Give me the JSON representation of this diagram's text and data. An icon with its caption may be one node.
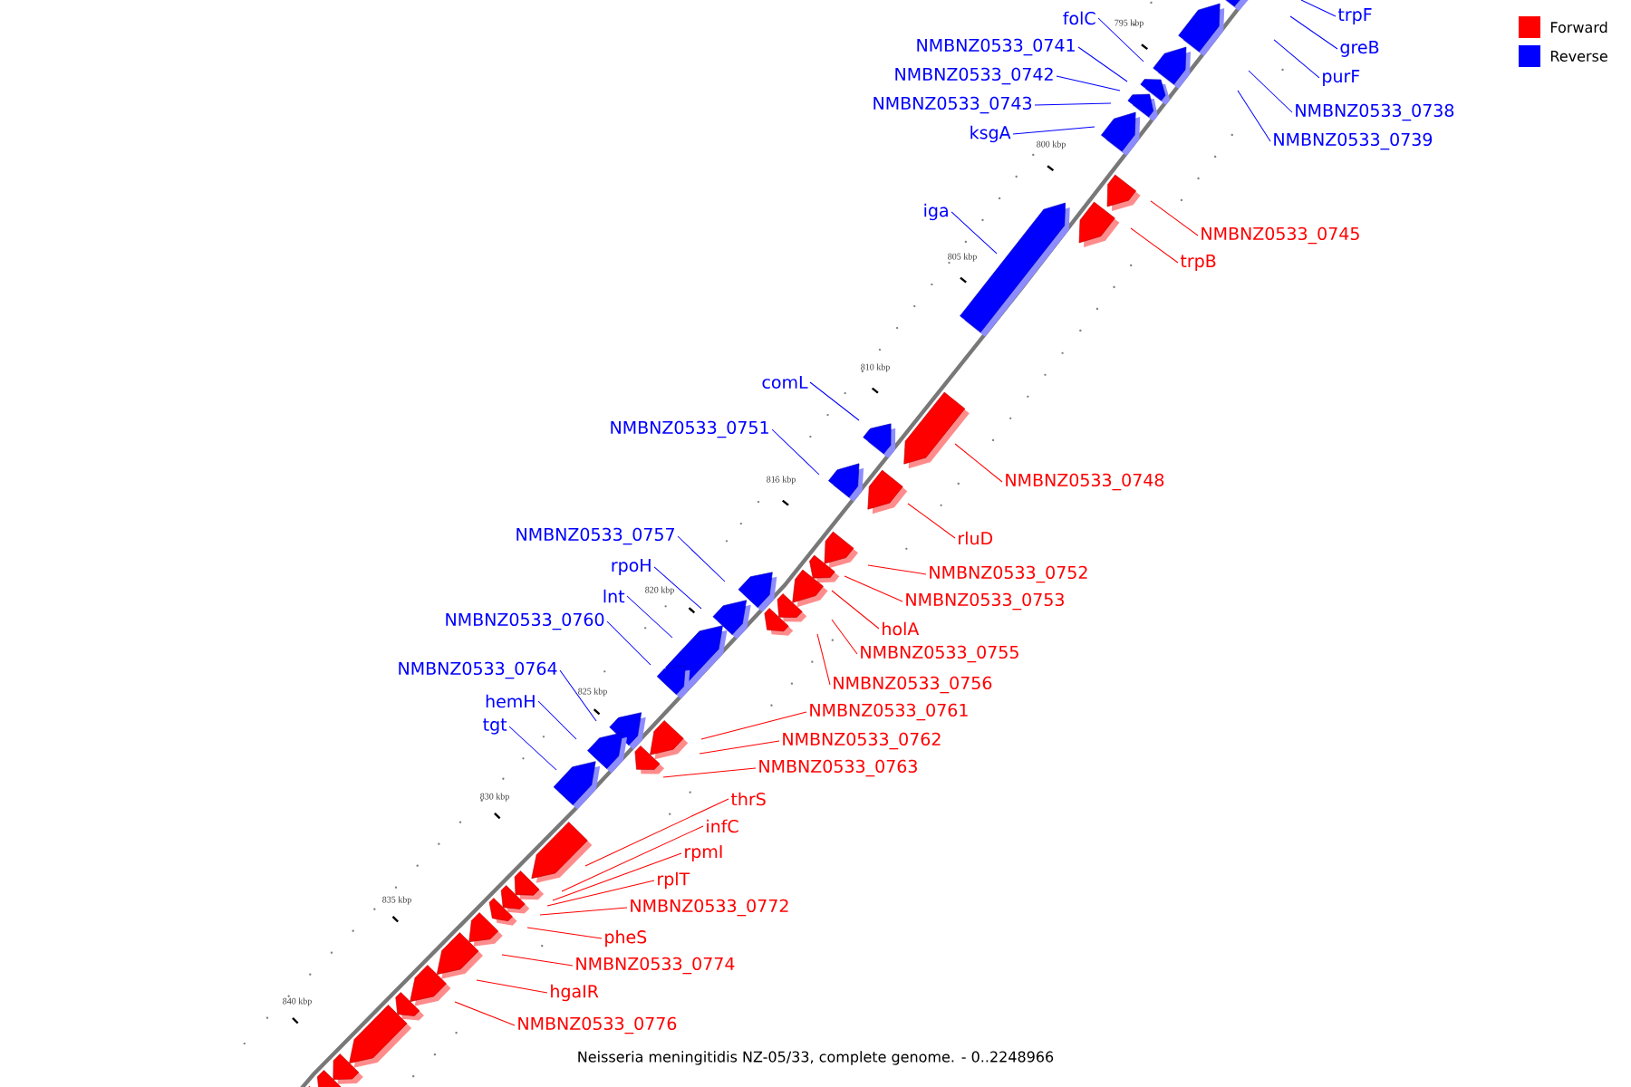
{
  "diagram": {
    "caption": "Neisseria meningitidis NZ-05/33, complete genome. - 0..2248966",
    "nodes": [
      {
        "text": [
          "trpF"
        ]
      },
      {
        "text": [
          "folC"
        ]
      },
      {
        "text": [
          "NMBNZ0533_0741"
        ]
      },
      {
        "text": [
          "greB"
        ]
      },
      {
        "text": [
          "NMBNZ0533_0742"
        ]
      },
      {
        "text": [
          "purF"
        ]
      },
      {
        "text": [
          "NMBNZ0533_0743"
        ]
      },
      {
        "text": [
          "NMBNZ0533_0738"
        ]
      },
      {
        "text": [
          "ksgA"
        ]
      },
      {
        "text": [
          "NMBNZ0533_0739"
        ]
      },
      {
        "text": [
          "iga"
        ]
      },
      {
        "text": [
          "NMBNZ0533_0745"
        ]
      },
      {
        "text": [
          "trpB"
        ]
      },
      {
        "text": [
          "comL"
        ]
      },
      {
        "text": [
          "NMBNZ0533_0751"
        ]
      },
      {
        "text": [
          "NMBNZ0533_0748"
        ]
      },
      {
        "text": [
          "NMBNZ0533_0757"
        ]
      },
      {
        "text": [
          "rluD"
        ]
      },
      {
        "text": [
          "rpoH"
        ]
      },
      {
        "text": [
          "NMBNZ0533_0752"
        ]
      },
      {
        "text": [
          "lnt"
        ]
      },
      {
        "text": [
          "NMBNZ0533_0753"
        ]
      },
      {
        "text": [
          "NMBNZ0533_0760"
        ]
      },
      {
        "text": [
          "holA"
        ]
      },
      {
        "text": [
          "NMBNZ0533_0755"
        ]
      },
      {
        "text": [
          "NMBNZ0533_0764"
        ]
      },
      {
        "text": [
          "NMBNZ0533_0756"
        ]
      },
      {
        "text": [
          "hemH"
        ]
      },
      {
        "text": [
          "NMBNZ0533_0761"
        ]
      },
      {
        "text": [
          "tgt"
        ]
      },
      {
        "text": [
          "NMBNZ0533_0762"
        ]
      },
      {
        "text": [
          "NMBNZ0533_0763"
        ]
      },
      {
        "text": [
          "thrS"
        ]
      },
      {
        "text": [
          "infC"
        ]
      },
      {
        "text": [
          "rpmI"
        ]
      },
      {
        "text": [
          "rplT"
        ]
      },
      {
        "text": [
          "NMBNZ0533_0772"
        ]
      },
      {
        "text": [
          "pheS"
        ]
      },
      {
        "text": [
          "NMBNZ0533_0774"
        ]
      },
      {
        "text": [
          "hgaIR"
        ]
      },
      {
        "text": [
          "NMBNZ0533_0776"
        ]
      }
    ],
    "edges": [
      {
        "from": 0,
        "to": null,
        "arrow": "none",
        "color": "#0000ff"
      },
      {
        "from": 1,
        "to": null,
        "arrow": "none",
        "color": "#0000ff"
      },
      {
        "from": 2,
        "to": null,
        "arrow": "none",
        "color": "#0000ff"
      },
      {
        "from": 3,
        "to": null,
        "arrow": "none",
        "color": "#0000ff"
      },
      {
        "from": 4,
        "to": null,
        "arrow": "none",
        "color": "#0000ff"
      },
      {
        "from": 5,
        "to": null,
        "arrow": "none",
        "color": "#0000ff"
      },
      {
        "from": 6,
        "to": null,
        "arrow": "none",
        "color": "#0000ff"
      },
      {
        "from": 7,
        "to": null,
        "arrow": "none",
        "color": "#0000ff"
      },
      {
        "from": 8,
        "to": null,
        "arrow": "none",
        "color": "#0000ff"
      },
      {
        "from": 9,
        "to": null,
        "arrow": "none",
        "color": "#0000ff"
      },
      {
        "from": 10,
        "to": null,
        "arrow": "none",
        "color": "#0000ff"
      },
      {
        "from": 11,
        "to": null,
        "arrow": "none"
      },
      {
        "from": 12,
        "to": null,
        "arrow": "none"
      },
      {
        "from": 13,
        "to": null,
        "arrow": "none",
        "color": "#0000ff"
      },
      {
        "from": 14,
        "to": null,
        "arrow": "none",
        "color": "#0000ff"
      },
      {
        "from": 15,
        "to": null,
        "arrow": "none"
      },
      {
        "from": 16,
        "to": null,
        "arrow": "none",
        "color": "#0000ff"
      },
      {
        "from": 17,
        "to": null,
        "arrow": "none"
      },
      {
        "from": 18,
        "to": null,
        "arrow": "none",
        "color": "#0000ff"
      },
      {
        "from": 19,
        "to": null,
        "arrow": "none"
      },
      {
        "from": 20,
        "to": null,
        "arrow": "none",
        "color": "#0000ff"
      },
      {
        "from": 21,
        "to": null,
        "arrow": "none"
      },
      {
        "from": 22,
        "to": null,
        "arrow": "none",
        "color": "#0000ff"
      },
      {
        "from": 23,
        "to": null,
        "arrow": "none"
      },
      {
        "from": 24,
        "to": null,
        "arrow": "none"
      },
      {
        "from": 25,
        "to": null,
        "arrow": "none",
        "color": "#0000ff"
      },
      {
        "from": 26,
        "to": null,
        "arrow": "none"
      },
      {
        "from": 27,
        "to": null,
        "arrow": "none",
        "color": "#0000ff"
      },
      {
        "from": 28,
        "to": null,
        "arrow": "none"
      },
      {
        "from": 29,
        "to": null,
        "arrow": "none",
        "color": "#0000ff"
      },
      {
        "from": 30,
        "to": null,
        "arrow": "none"
      },
      {
        "from": 31,
        "to": null,
        "arrow": "none"
      },
      {
        "from": 32,
        "to": null,
        "arrow": "none"
      },
      {
        "from": 33,
        "to": null,
        "arrow": "none"
      },
      {
        "from": 34,
        "to": null,
        "arrow": "none"
      },
      {
        "from": 35,
        "to": null,
        "arrow": "none"
      },
      {
        "from": 36,
        "to": null,
        "arrow": "none"
      },
      {
        "from": 37,
        "to": null,
        "arrow": "none"
      },
      {
        "from": 38,
        "to": null,
        "arrow": "none"
      },
      {
        "from": 39,
        "to": null,
        "arrow": "none"
      },
      {
        "from": 40,
        "to": null,
        "arrow": "none"
      }
    ],
    "labels": [
      "795 kbp",
      "800 kbp",
      "805 kbp",
      "810 kbp",
      "815 kbp",
      "820 kbp",
      "825 kbp",
      "830 kbp",
      "835 kbp",
      "840 kbp"
    ],
    "legend": [
      {
        "text": "Forward",
        "color": "#ff0000"
      },
      {
        "text": "Reverse",
        "color": "#0000ff"
      }
    ]
  }
}
